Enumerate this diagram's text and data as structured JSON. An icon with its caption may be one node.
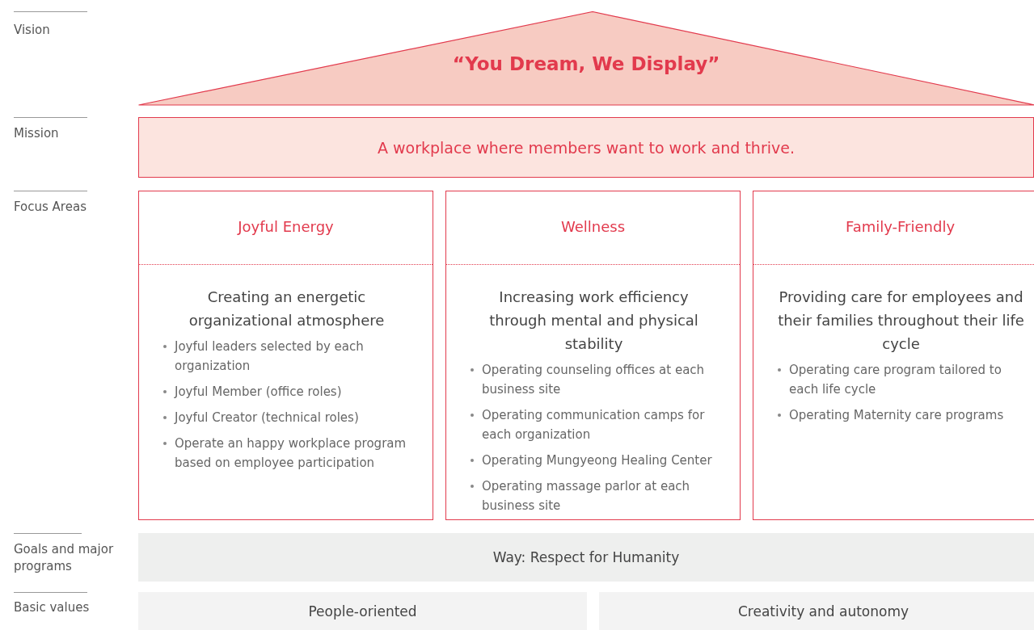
{
  "diagram": {
    "nodes": [
      {
        "text": [
          "“You Dream, We Display”"
        ]
      },
      {
        "text": [
          "A workplace where members want to work and thrive."
        ]
      },
      {
        "text": [
          "Joyful Energy",
          "Creating an energetic organizational atmosphere",
          "Joyful leaders selected by each organization",
          "Joyful Member (office roles)",
          "Joyful Creator (technical roles)",
          "Operate an happy workplace program based on employee participation"
        ]
      },
      {
        "text": [
          "Wellness",
          "Increasing work efficiency through mental and physical stability",
          "Operating counseling offices at each business site",
          "Operating communication camps for each organization",
          "Operating Mungyeong Healing Center",
          "Operating massage parlor at each business site"
        ]
      },
      {
        "text": [
          "Family-Friendly",
          "Providing care for employees and their families throughout their life cycle",
          "Operating care program tailored to each life cycle",
          "Operating Maternity care programs"
        ]
      },
      {
        "text": [
          "Way: Respect for Humanity"
        ]
      },
      {
        "text": [
          "People-oriented"
        ]
      },
      {
        "text": [
          "Creativity and autonomy"
        ]
      }
    ],
    "labels": [
      "Vision",
      "Mission",
      "Focus Areas",
      "Goals and major programs",
      "Basic values"
    ]
  }
}
